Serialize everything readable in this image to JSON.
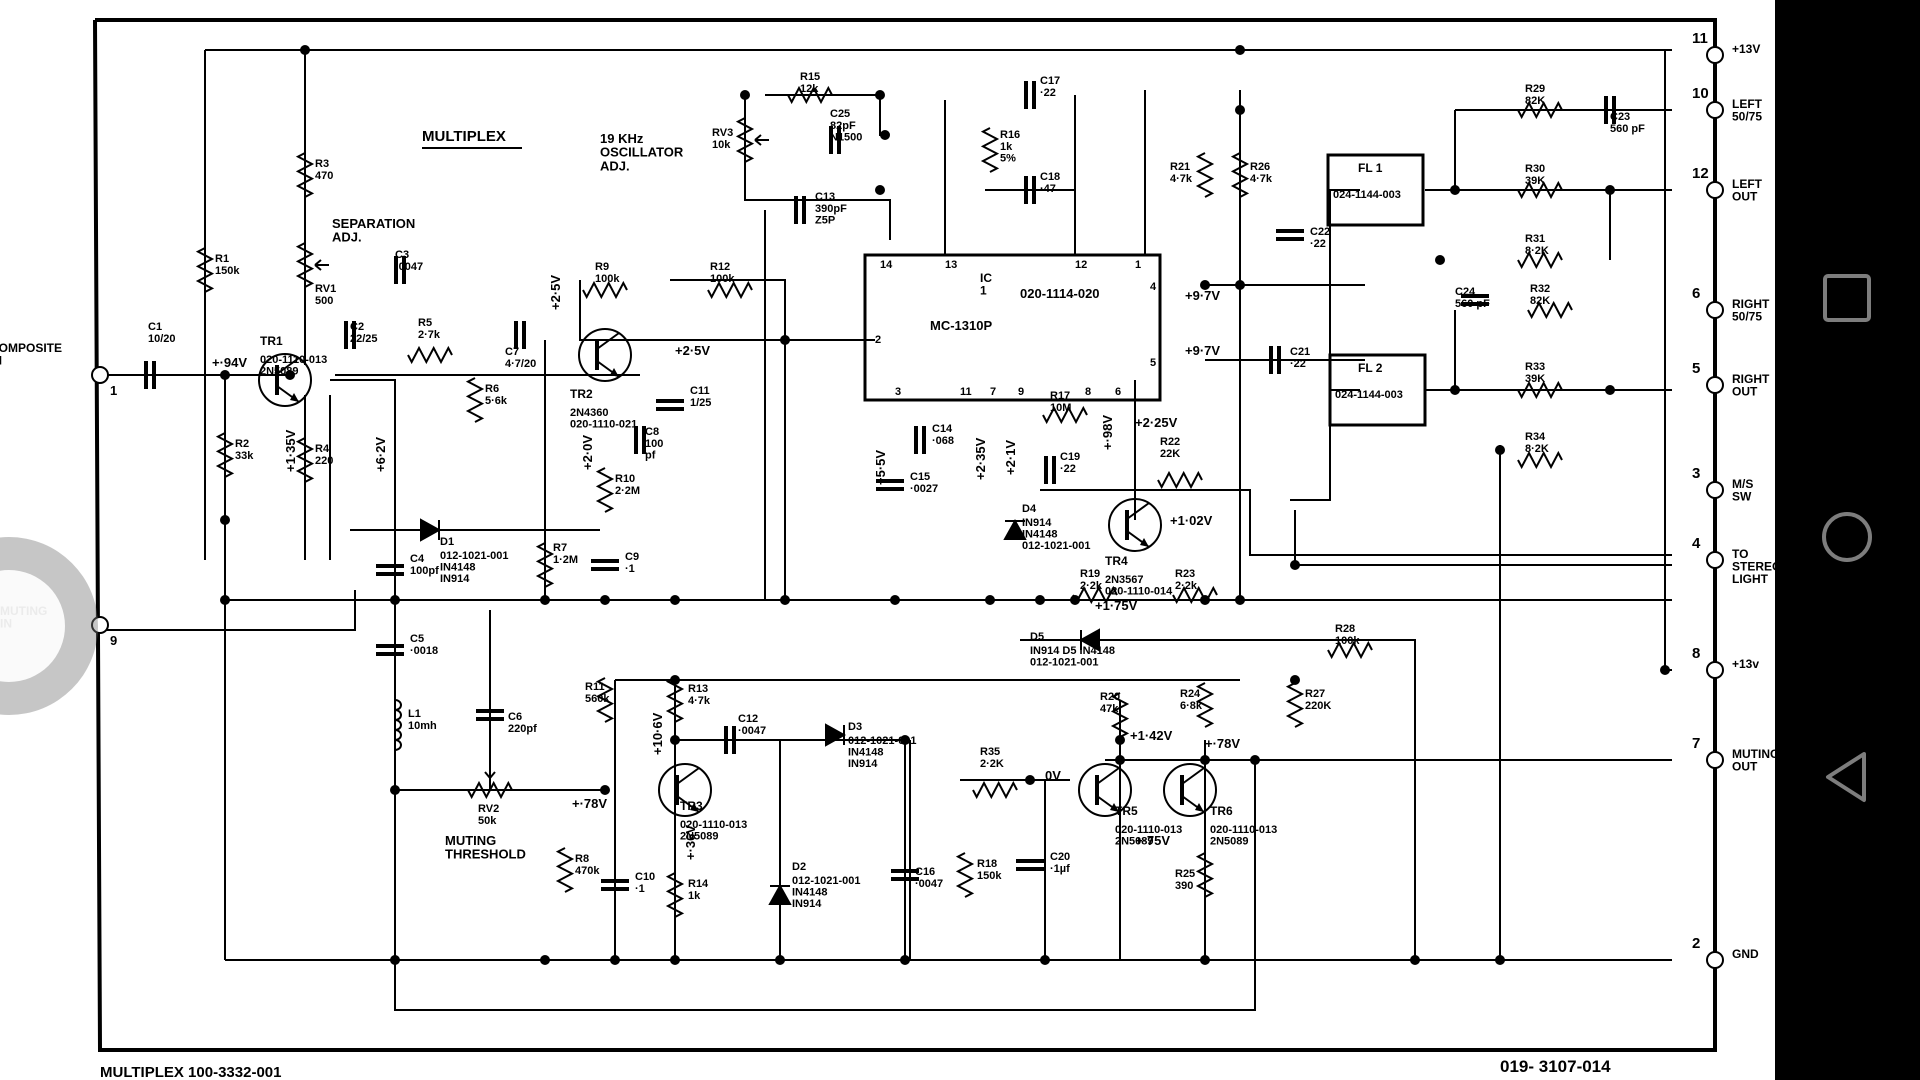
{
  "theme": {
    "ink": "#000000",
    "paper": "#ffffff",
    "navbar": "#000000",
    "nav_icon": "#7d7d7d"
  },
  "diagram": {
    "title": "MULTIPLEX",
    "footer_left": "MULTIPLEX  100-3332-001",
    "footer_right": "019- 3107-014",
    "notes": {
      "separation_adj": "SEPARATION\nADJ.",
      "osc_adj": "19 KHz\nOSCILLATOR\nADJ.",
      "muting_threshold": "MUTING\nTHRESHOLD"
    },
    "ic": {
      "ref": "IC\n1",
      "part_no": "020-1114-020",
      "type": "MC-1310P",
      "pins": [
        "14",
        "13",
        "12",
        "1",
        "2",
        "3",
        "11",
        "7",
        "9",
        "8",
        "6",
        "4",
        "5"
      ]
    },
    "filters": [
      {
        "ref": "FL 1",
        "part_no": "024-1144-003"
      },
      {
        "ref": "FL 2",
        "part_no": "024-1144-003"
      }
    ],
    "inputs": [
      {
        "pin": "1",
        "name": "COMPOSITE\nIN"
      },
      {
        "pin": "9",
        "name": "MUTING\nIN"
      }
    ],
    "terminals": [
      {
        "pin": "11",
        "name": "+13V"
      },
      {
        "pin": "10",
        "name": "LEFT\n50/75"
      },
      {
        "pin": "12",
        "name": "LEFT\nOUT"
      },
      {
        "pin": "6",
        "name": "RIGHT\n50/75"
      },
      {
        "pin": "5",
        "name": "RIGHT\nOUT"
      },
      {
        "pin": "3",
        "name": "M/S\nSW"
      },
      {
        "pin": "4",
        "name": "TO\nSTEREO\nLIGHT"
      },
      {
        "pin": "8",
        "name": "+13v"
      },
      {
        "pin": "7",
        "name": "MUTING\nOUT"
      },
      {
        "pin": "2",
        "name": "GND"
      }
    ],
    "transistors": [
      {
        "ref": "TR1",
        "part": "020-1110-013\n2N5089"
      },
      {
        "ref": "TR2",
        "part": "2N4360\n020-1110-021"
      },
      {
        "ref": "TR3",
        "part": "020-1110-013\n2N5089"
      },
      {
        "ref": "TR4",
        "part": "2N3567\n020-1110-014"
      },
      {
        "ref": "TR5",
        "part": "020-1110-013\n2N5089"
      },
      {
        "ref": "TR6",
        "part": "020-1110-013\n2N5089"
      }
    ],
    "diodes": [
      {
        "ref": "D1",
        "part": "012-1021-001\nIN4148\nIN914"
      },
      {
        "ref": "D2",
        "part": "012-1021-001\nIN4148\nIN914"
      },
      {
        "ref": "D3",
        "part": "012-1021-001\nIN4148\nIN914"
      },
      {
        "ref": "D4",
        "part": "IN914\nIN4148\n012-1021-001"
      },
      {
        "ref": "D5",
        "part": "IN914   D5 IN4148\n012-1021-001"
      }
    ],
    "resistors": [
      {
        "ref": "R1",
        "value": "150k"
      },
      {
        "ref": "R2",
        "value": "33k"
      },
      {
        "ref": "R3",
        "value": "470"
      },
      {
        "ref": "R4",
        "value": "220"
      },
      {
        "ref": "R5",
        "value": "2·7k"
      },
      {
        "ref": "R6",
        "value": "5·6k"
      },
      {
        "ref": "R7",
        "value": "1·2M"
      },
      {
        "ref": "R8",
        "value": "470k"
      },
      {
        "ref": "R9",
        "value": "100k"
      },
      {
        "ref": "R10",
        "value": "2·2M"
      },
      {
        "ref": "R11",
        "value": "560k"
      },
      {
        "ref": "R12",
        "value": "100k"
      },
      {
        "ref": "R13",
        "value": "4·7k"
      },
      {
        "ref": "R14",
        "value": "1k"
      },
      {
        "ref": "R15",
        "value": "12k"
      },
      {
        "ref": "R16",
        "value": "1k\n5%"
      },
      {
        "ref": "R17",
        "value": "10M"
      },
      {
        "ref": "R18",
        "value": "150k"
      },
      {
        "ref": "R19",
        "value": "2·2k"
      },
      {
        "ref": "R20",
        "value": "47k"
      },
      {
        "ref": "R21",
        "value": "4·7k"
      },
      {
        "ref": "R22",
        "value": "22K"
      },
      {
        "ref": "R23",
        "value": "2·2k"
      },
      {
        "ref": "R24",
        "value": "6·8k"
      },
      {
        "ref": "R25",
        "value": "390"
      },
      {
        "ref": "R26",
        "value": "4·7k"
      },
      {
        "ref": "R27",
        "value": "220K"
      },
      {
        "ref": "R28",
        "value": "100k"
      },
      {
        "ref": "R29",
        "value": "82K"
      },
      {
        "ref": "R30",
        "value": "39K"
      },
      {
        "ref": "R31",
        "value": "8·2K"
      },
      {
        "ref": "R32",
        "value": "82K"
      },
      {
        "ref": "R33",
        "value": "39K"
      },
      {
        "ref": "R34",
        "value": "8·2K"
      },
      {
        "ref": "R35",
        "value": "2·2K"
      }
    ],
    "pots": [
      {
        "ref": "RV1",
        "value": "500"
      },
      {
        "ref": "RV2",
        "value": "50k"
      },
      {
        "ref": "RV3",
        "value": "10k"
      }
    ],
    "capacitors": [
      {
        "ref": "C1",
        "value": "10/20"
      },
      {
        "ref": "C2",
        "value": "22/25"
      },
      {
        "ref": "C3",
        "value": "·0047"
      },
      {
        "ref": "C4",
        "value": "100pf"
      },
      {
        "ref": "C5",
        "value": "·0018"
      },
      {
        "ref": "C6",
        "value": "220pf"
      },
      {
        "ref": "C7",
        "value": "4·7/20"
      },
      {
        "ref": "C8",
        "value": "100\npf"
      },
      {
        "ref": "C9",
        "value": "·1"
      },
      {
        "ref": "C10",
        "value": "·1"
      },
      {
        "ref": "C11",
        "value": "1/25"
      },
      {
        "ref": "C12",
        "value": "·0047"
      },
      {
        "ref": "C13",
        "value": "390pF\nZ5P"
      },
      {
        "ref": "C14",
        "value": "·068"
      },
      {
        "ref": "C15",
        "value": "·0027"
      },
      {
        "ref": "C16",
        "value": "·0047"
      },
      {
        "ref": "C17",
        "value": "·22"
      },
      {
        "ref": "C18",
        "value": "·47"
      },
      {
        "ref": "C19",
        "value": "·22"
      },
      {
        "ref": "C20",
        "value": "·1µf"
      },
      {
        "ref": "C21",
        "value": "·22"
      },
      {
        "ref": "C22",
        "value": "·22"
      },
      {
        "ref": "C23",
        "value": "560 pF"
      },
      {
        "ref": "C24",
        "value": "560 pF"
      },
      {
        "ref": "C25",
        "value": "82pF\nN1500"
      }
    ],
    "inductor": {
      "ref": "L1",
      "value": "10mh"
    },
    "voltages": [
      "+·94V",
      "+1·35V",
      "+6·2V",
      "+2·5V",
      "+2·0V",
      "+2·5V",
      "+5·5V",
      "+2·35V",
      "+2·1V",
      "+·98V",
      "+2·25V",
      "+1·02V",
      "+1·75V",
      "+9·7V",
      "+9·7V",
      "+10·6V",
      "+·78V",
      "+·36V",
      "0V",
      "+1·42V",
      "+·78V",
      "+·75V"
    ]
  }
}
